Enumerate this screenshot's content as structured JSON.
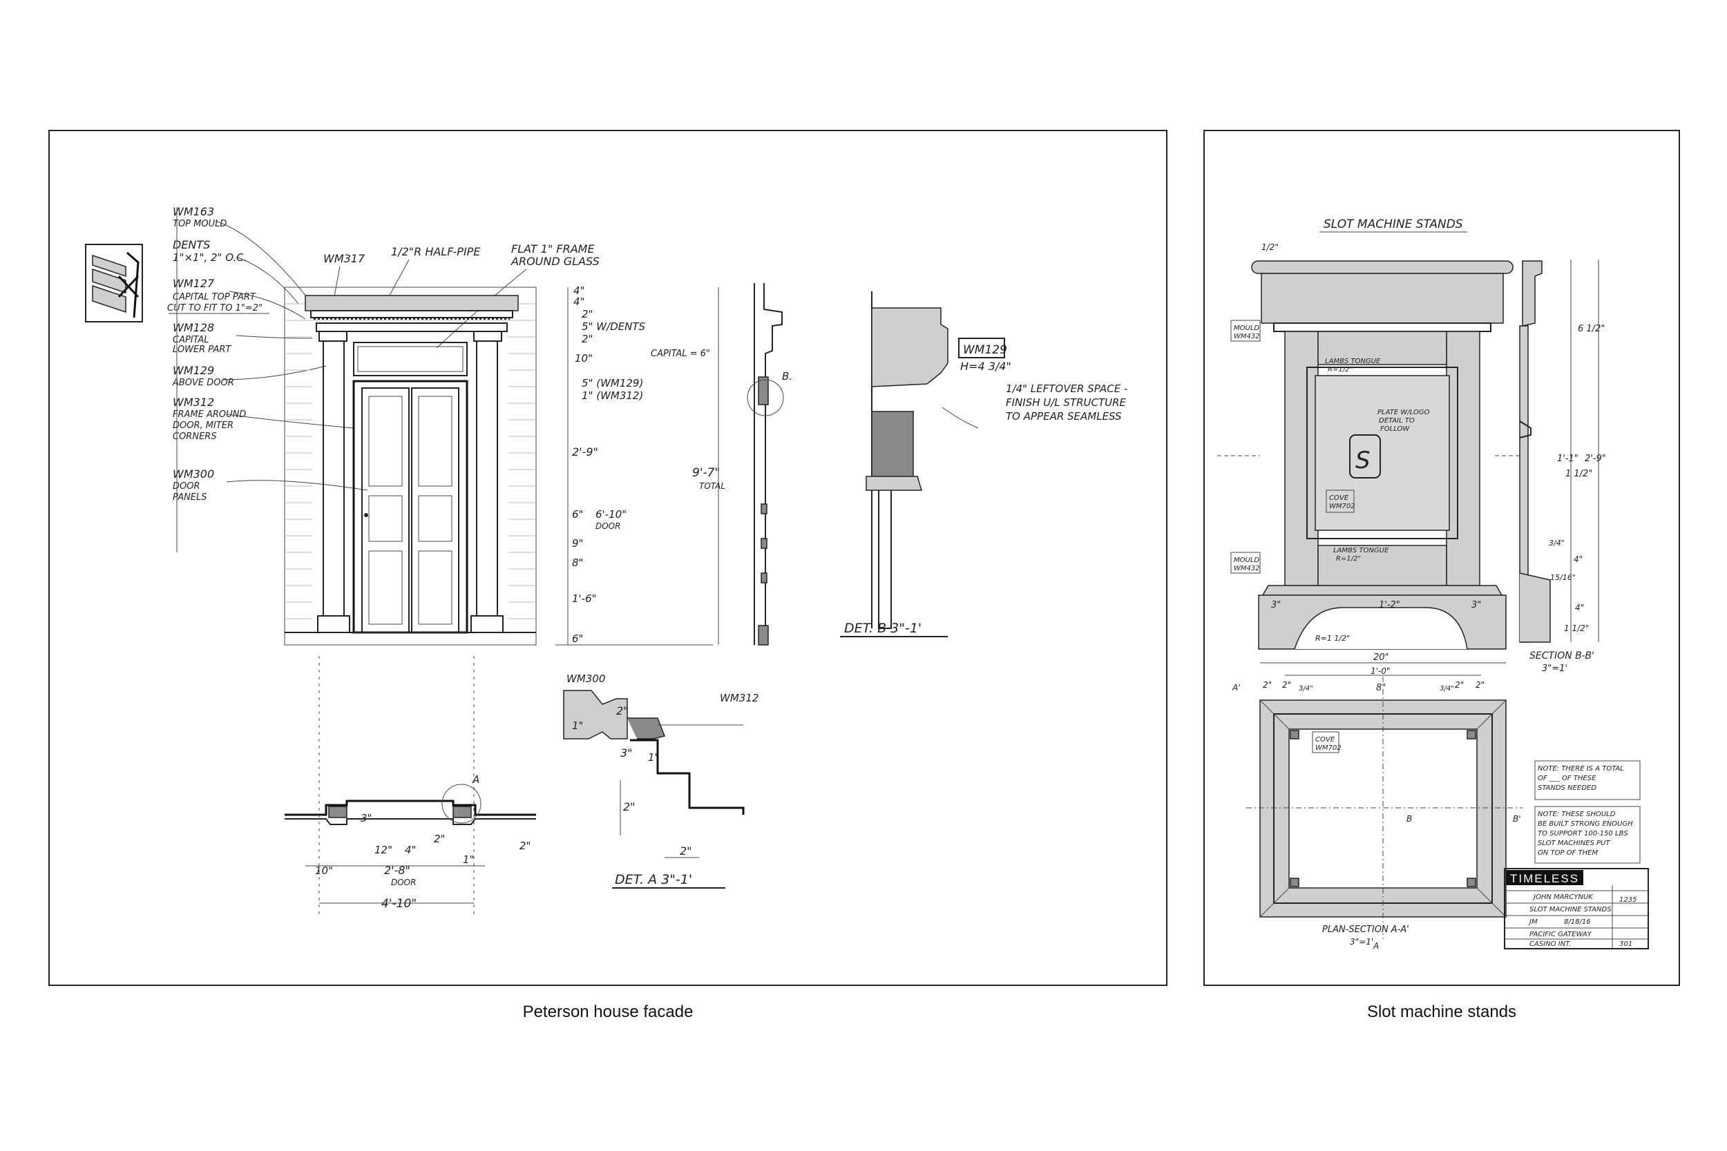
{
  "captions": {
    "left": "Peterson house facade",
    "right": "Slot machine stands"
  },
  "left": {
    "callouts": {
      "wm163": "WM163",
      "wm163_desc": "TOP MOULD",
      "dents": "DENTS",
      "dents_desc": "1\"×1\", 2\" O.C.",
      "wm127": "WM127",
      "wm127_desc": "CAPITAL TOP PART",
      "wm127_note": "CUT TO FIT TO 1\"=2\"",
      "wm128": "WM128",
      "wm128_desc1": "CAPITAL",
      "wm128_desc2": "LOWER PART",
      "wm129": "WM129",
      "wm129_desc": "ABOVE DOOR",
      "wm312": "WM312",
      "wm312_desc1": "FRAME AROUND",
      "wm312_desc2": "DOOR, MITER",
      "wm312_desc3": "CORNERS",
      "wm300": "WM300",
      "wm300_desc1": "DOOR",
      "wm300_desc2": "PANELS",
      "wm317": "WM317",
      "half_pipe": "1/2\"R HALF-PIPE",
      "flat_frame1": "FLAT 1\" FRAME",
      "flat_frame2": "AROUND GLASS"
    },
    "elevation_dims": [
      "4\"",
      "4\"",
      "2\"",
      "5\" W/DENTS",
      "2\"",
      "10\"",
      "5\" (WM129)",
      "1\" (WM312)",
      "2'-9\"",
      "6\"",
      "6'-10\"",
      "DOOR",
      "9\"",
      "8\"",
      "1'-6\"",
      "6\""
    ],
    "capital_label": "CAPITAL = 6\"",
    "total_height": "9'-7\"",
    "total_label": "TOTAL",
    "marker_b": "B.",
    "marker_a": "A",
    "detail_b": {
      "wm129": "WM129",
      "h": "H=4 3/4\"",
      "note1": "1/4\" LEFTOVER SPACE -",
      "note2": "FINISH U/L STRUCTURE",
      "note3": "TO APPEAR SEAMLESS",
      "title": "DET. B 3\"-1'"
    },
    "detail_a": {
      "wm300": "WM300",
      "wm312": "WM312",
      "d1": "2\"",
      "d2": "1\"",
      "d3": "3\"",
      "d4": "1\"",
      "d5": "2\"",
      "d6": "2\"",
      "title": "DET. A 3\"-1'"
    },
    "plan_dims": {
      "d3": "3\"",
      "d12": "12\"",
      "d4": "4\"",
      "d2": "2\"",
      "d1": "1\"",
      "d2b": "2\"",
      "d10": "10\"",
      "d28": "2'-8\"",
      "door": "DOOR",
      "d410": "4'-10\""
    }
  },
  "right": {
    "title": "SLOT MACHINE STANDS",
    "labels": {
      "d12": "1/2\"",
      "d3": "3\"",
      "mould_top": "MOULD",
      "mould_top_id": "WM432",
      "lambs_tongue_top": "LAMBS TONGUE",
      "lambs_tongue_top_r": "R=1/2\"",
      "plate1": "PLATE W/LOGO",
      "plate2": "DETAIL TO",
      "plate3": "FOLLOW",
      "logo_letter": "S",
      "cove": "COVE",
      "cove_id": "WM702",
      "lambs_tongue_bot": "LAMBS TONGUE",
      "lambs_tongue_bot_r": "R=1/2\"",
      "mould_bot": "MOULD",
      "mould_bot_id": "WM432",
      "d612": "6 1/2\"",
      "d11": "1'-1\"",
      "d29": "2'-9\"",
      "d112": "1 1/2\"",
      "d34": "3/4\"",
      "d1516": "15/16\"",
      "d4": "4\"",
      "d4b": "4\"",
      "d112b": "1 1/2\"",
      "r": "R=1 1/2\"",
      "d3a": "3\"",
      "d12b": "1'-2\"",
      "d3b": "3\"",
      "section_bb": "SECTION B-B'",
      "section_scale": "3\"=1'",
      "d20": "20\"",
      "d10": "1'-0\"",
      "d2a": "2\"",
      "d2b": "2\"",
      "d8": "8\"",
      "d2c": "2\"",
      "d2d": "2\"",
      "d34a": "3/4\"",
      "d34b": "3/4\"",
      "cove_plan": "COVE",
      "cove_plan_id": "WM702",
      "marker_a": "A'",
      "marker_a2": "A",
      "marker_b": "B",
      "marker_b2": "B'",
      "plan_section": "PLAN-SECTION A-A'",
      "plan_scale": "3\"=1'"
    },
    "notes": {
      "note1a": "NOTE: THERE IS A TOTAL",
      "note1b": "OF ___ OF THESE",
      "note1c": "STANDS NEEDED",
      "note2a": "NOTE: THESE SHOULD",
      "note2b": "BE BUILT STRONG ENOUGH",
      "note2c": "TO SUPPORT 100-150 LBS",
      "note2d": "SLOT MACHINES PUT",
      "note2e": "ON TOP OF THEM"
    },
    "title_block": {
      "logo": "TIMELESS",
      "designer": "JOHN MARCYNUK",
      "set_number": "1235",
      "drawing": "SLOT MACHINE STANDS",
      "drawn_by": "JM",
      "date": "8/18/16",
      "location1": "PACIFIC GATEWAY",
      "location2": "CASINO INT.",
      "drawing_number": "301"
    }
  }
}
